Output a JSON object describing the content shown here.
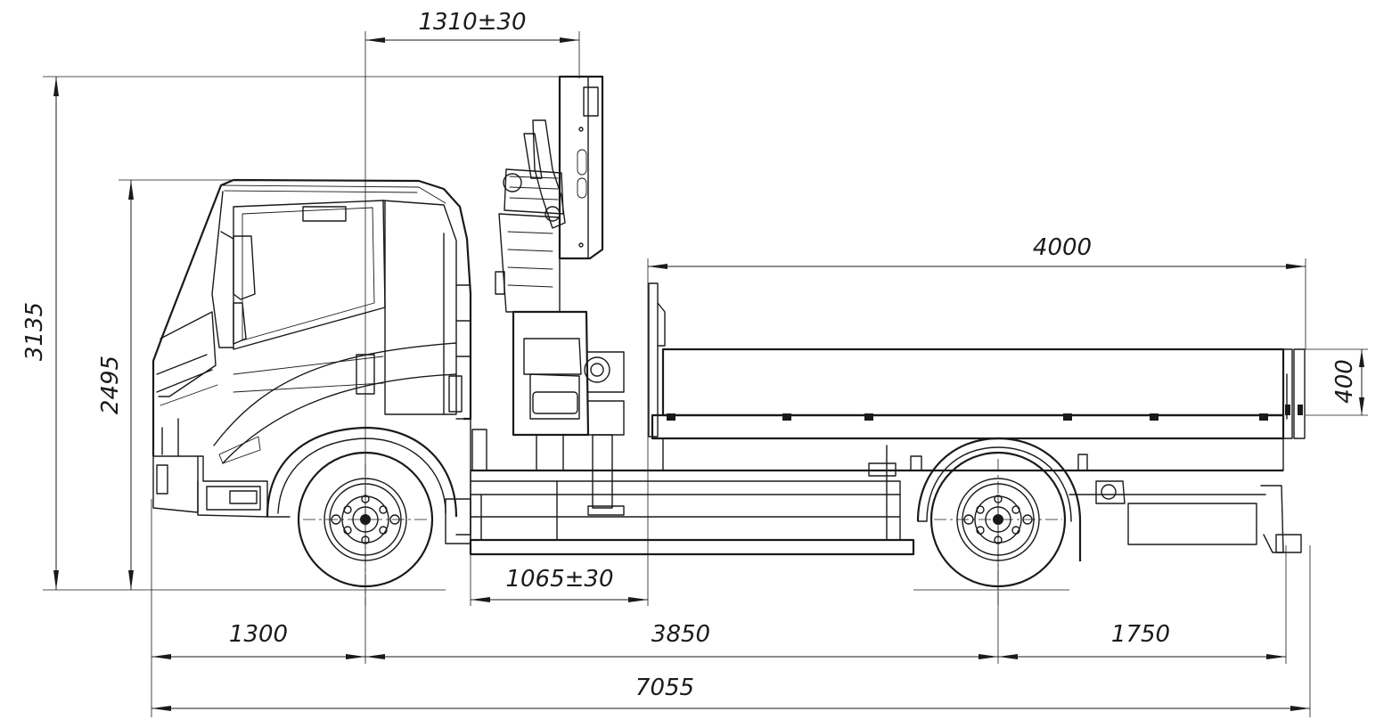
{
  "dimensions": {
    "top_offset": "1310±30",
    "total_height": "3135",
    "cab_height": "2495",
    "platform_length": "4000",
    "side_height": "400",
    "rear_offset": "1065±30",
    "front_overhang": "1300",
    "wheelbase": "3850",
    "rear_overhang": "1750",
    "total_length": "7055"
  }
}
